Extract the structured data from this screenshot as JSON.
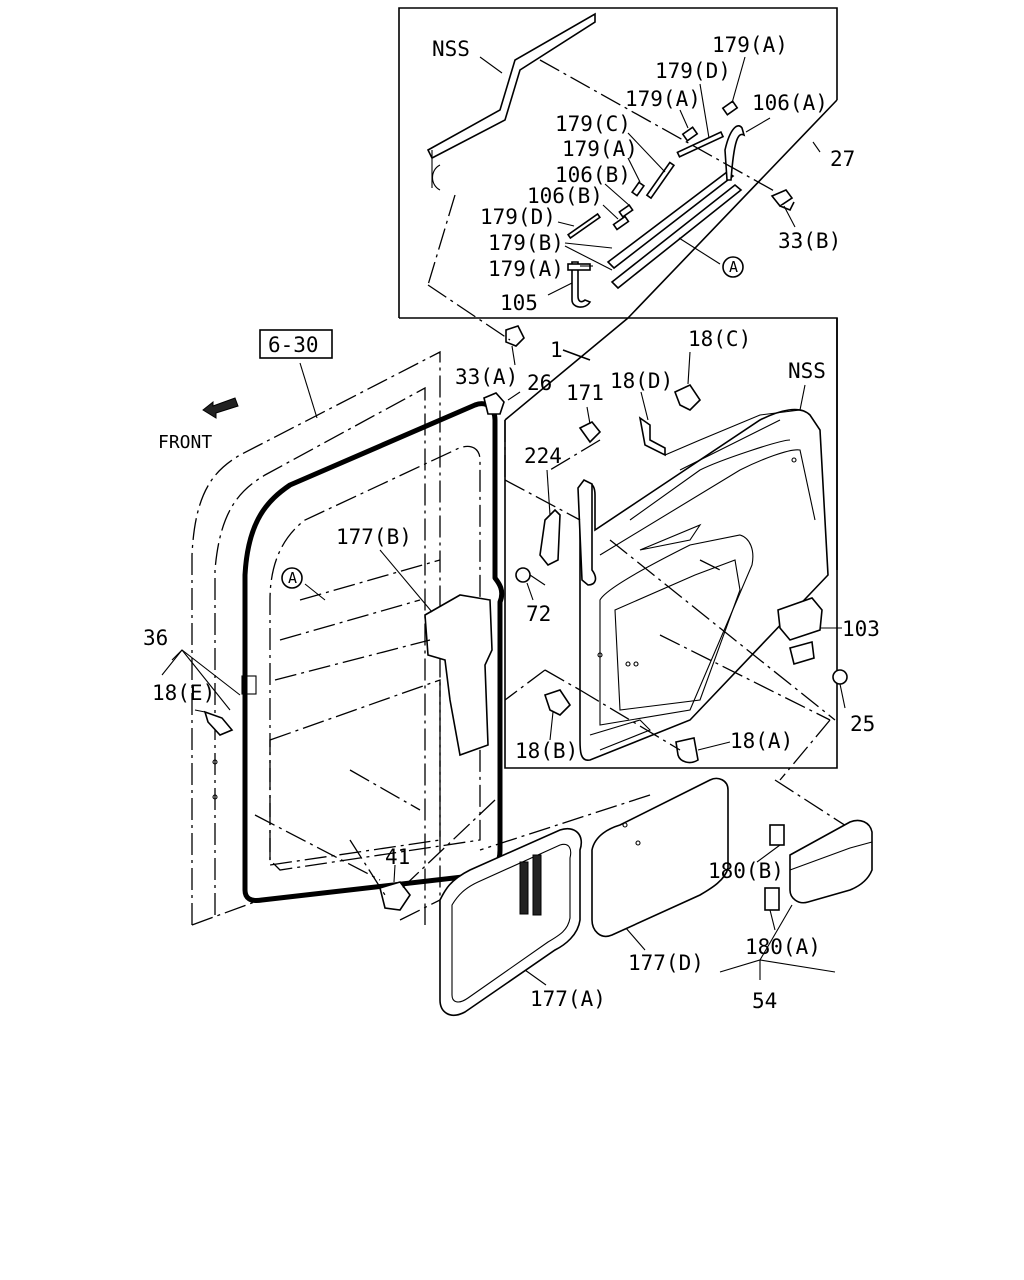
{
  "labels": {
    "nss_top": "NSS",
    "p179a_1": "179(A)",
    "p179d_1": "179(D)",
    "p179a_2": "179(A)",
    "p106a": "106(A)",
    "p179c": "179(C)",
    "p27": "27",
    "p179a_3": "179(A)",
    "p106b_1": "106(B)",
    "p106b_2": "106(B)",
    "p179d_2": "179(D)",
    "p33b": "33(B)",
    "p179b": "179(B)",
    "circle_a_1": "A",
    "p179a_4": "179(A)",
    "p105": "105",
    "ref_630": "6-30",
    "p1": "1",
    "p18c": "18(C)",
    "nss_right": "NSS",
    "p33a": "33(A)",
    "p26": "26",
    "p171": "171",
    "p18d": "18(D)",
    "front": "FRONT",
    "p224": "224",
    "p177b": "177(B)",
    "circle_a_2": "A",
    "p72": "72",
    "p103": "103",
    "p36": "36",
    "p18e": "18(E)",
    "p25": "25",
    "p18b": "18(B)",
    "p18a": "18(A)",
    "p41": "41",
    "p180b": "180(B)",
    "p177d": "177(D)",
    "p180a": "180(A)",
    "p177a": "177(A)",
    "p54": "54"
  }
}
